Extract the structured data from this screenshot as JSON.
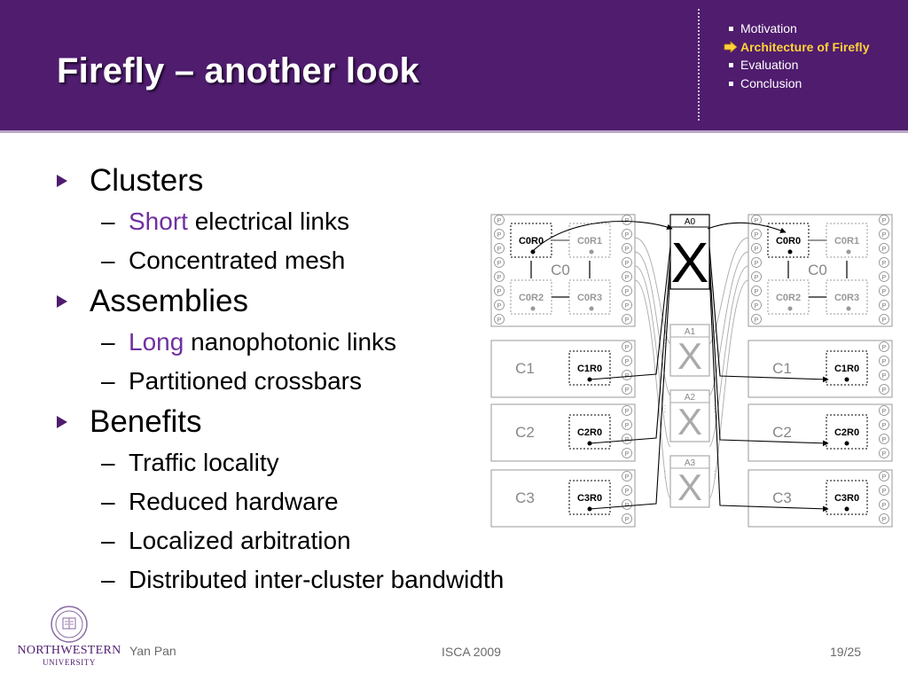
{
  "slide": {
    "title": "Firefly – another look"
  },
  "nav": {
    "items": [
      {
        "label": "Motivation",
        "active": false
      },
      {
        "label": "Architecture of Firefly",
        "active": true
      },
      {
        "label": "Evaluation",
        "active": false
      },
      {
        "label": "Conclusion",
        "active": false
      }
    ]
  },
  "bullets": [
    {
      "text": "Clusters",
      "subs": [
        {
          "highlight": "Short",
          "text": " electrical links"
        },
        {
          "highlight": "",
          "text": "Concentrated mesh"
        }
      ]
    },
    {
      "text": "Assemblies",
      "subs": [
        {
          "highlight": "Long",
          "text": " nanophotonic links"
        },
        {
          "highlight": "",
          "text": "Partitioned crossbars"
        }
      ]
    },
    {
      "text": "Benefits",
      "subs": [
        {
          "highlight": "",
          "text": "Traffic locality"
        },
        {
          "highlight": "",
          "text": "Reduced hardware"
        },
        {
          "highlight": "",
          "text": "Localized arbitration"
        },
        {
          "highlight": "",
          "text": "Distributed inter-cluster bandwidth"
        }
      ]
    }
  ],
  "diagram": {
    "processor_label": "P",
    "c0_label": "C0",
    "c0_routers": [
      "C0R0",
      "C0R1",
      "C0R2",
      "C0R3"
    ],
    "clusters": [
      {
        "label": "C1",
        "router": "C1R0"
      },
      {
        "label": "C2",
        "router": "C2R0"
      },
      {
        "label": "C3",
        "router": "C3R0"
      }
    ],
    "assemblies": [
      "A0",
      "A1",
      "A2",
      "A3"
    ],
    "crossbar_symbol": "X"
  },
  "logo": {
    "name": "NORTHWESTERN",
    "sub": "UNIVERSITY"
  },
  "footer": {
    "author": "Yan Pan",
    "conference": "ISCA 2009",
    "page": "19/25"
  },
  "colors": {
    "header": "#4f1c6e",
    "highlight": "#7030a0",
    "nav_active": "#ffd23a"
  }
}
